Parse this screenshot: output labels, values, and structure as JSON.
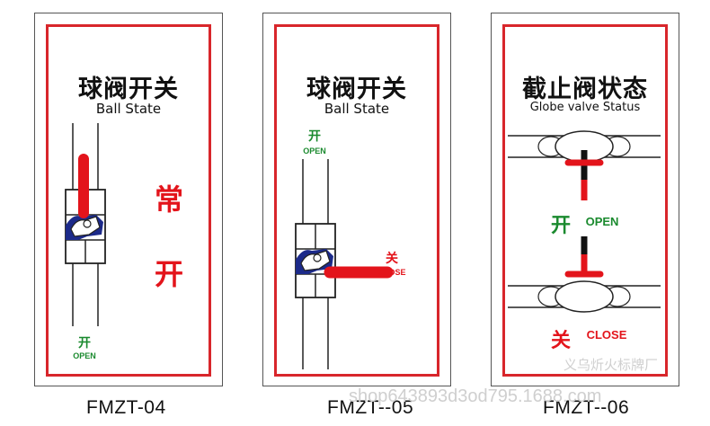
{
  "signs": [
    {
      "title_cn": "球阀开关",
      "title_en": "Ball State",
      "state_cn_1": "常",
      "state_cn_2": "开",
      "open_cn": "开",
      "open_en": "OPEN",
      "caption": "FMZT-04"
    },
    {
      "title_cn": "球阀开关",
      "title_en": "Ball State",
      "open_cn": "开",
      "open_en": "OPEN",
      "close_cn": "关",
      "close_en": "CLOSE",
      "caption": "FMZT--05"
    },
    {
      "title_cn": "截止阀状态",
      "title_en": "Globe valve Status",
      "open_cn": "开",
      "open_en": "OPEN",
      "close_cn": "关",
      "close_en": "CLOSE",
      "caption": "FMZT--06"
    }
  ],
  "watermark": {
    "shop": "义乌炘火标牌厂",
    "url": "shop643893d3od795.1688.com"
  },
  "colors": {
    "frame": "#d8262b",
    "handle": "#e3141b",
    "open_green": "#1a8a2e",
    "ball_blue": "#1c2a8a"
  }
}
